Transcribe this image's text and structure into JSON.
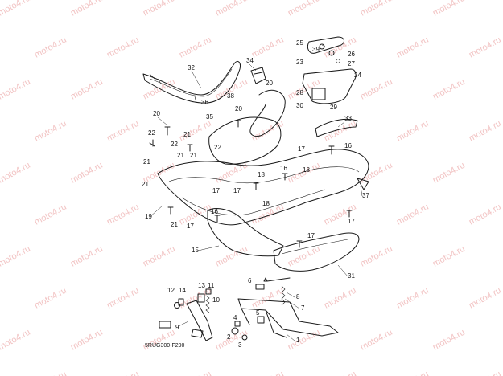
{
  "diagram": {
    "code": "5RUG300-F290",
    "watermark_text": "moto4.ru",
    "callouts": [
      "1",
      "2",
      "3",
      "4",
      "5",
      "6",
      "7",
      "8",
      "9",
      "10",
      "11",
      "12",
      "13",
      "14",
      "15",
      "16",
      "17",
      "18",
      "19",
      "20",
      "21",
      "22",
      "23",
      "24",
      "25",
      "26",
      "27",
      "28",
      "29",
      "30",
      "31",
      "32",
      "33",
      "34",
      "35",
      "36",
      "37",
      "38",
      "39"
    ]
  }
}
